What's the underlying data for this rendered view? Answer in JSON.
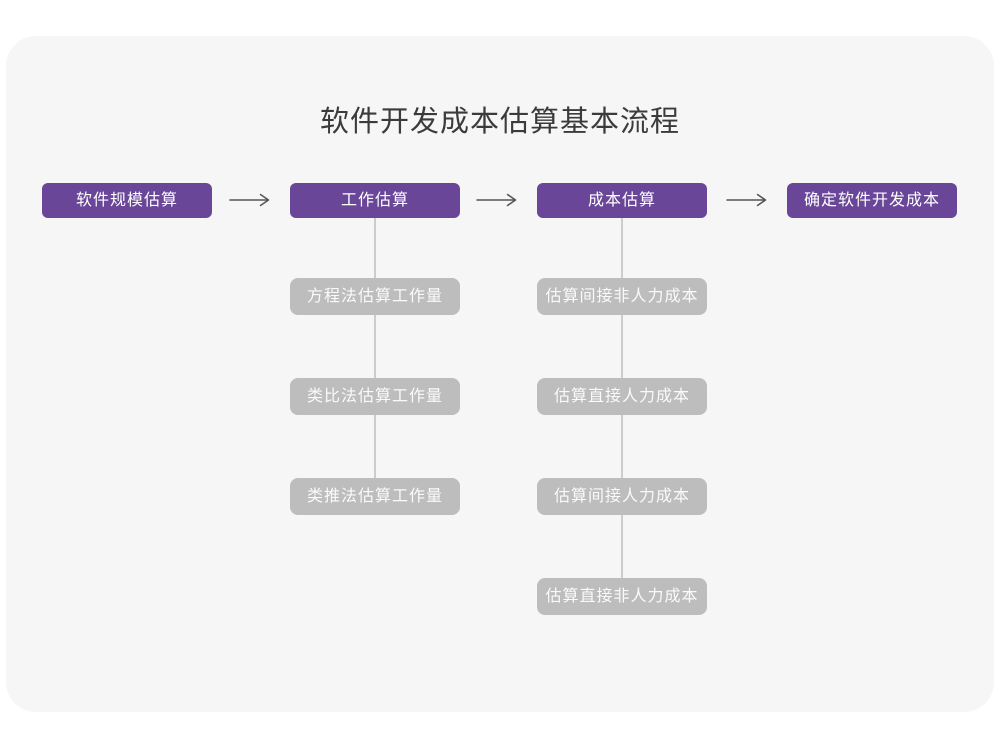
{
  "title": "软件开发成本估算基本流程",
  "colors": {
    "page_bg": "#ffffff",
    "card_bg": "#f6f6f6",
    "primary_box": "#6a4699",
    "secondary_box": "#bdbdbd",
    "connector_line": "#cccccc",
    "arrow": "#555555",
    "title_text": "#3b3b3b",
    "box_text": "#ffffff"
  },
  "flow": {
    "main_steps": [
      {
        "label": "软件规模估算"
      },
      {
        "label": "工作估算"
      },
      {
        "label": "成本估算"
      },
      {
        "label": "确定软件开发成本"
      }
    ],
    "work_substeps": [
      "方程法估算工作量",
      "类比法估算工作量",
      "类推法估算工作量"
    ],
    "cost_substeps": [
      "估算间接非人力成本",
      "估算直接人力成本",
      "估算间接人力成本",
      "估算直接非人力成本"
    ]
  }
}
